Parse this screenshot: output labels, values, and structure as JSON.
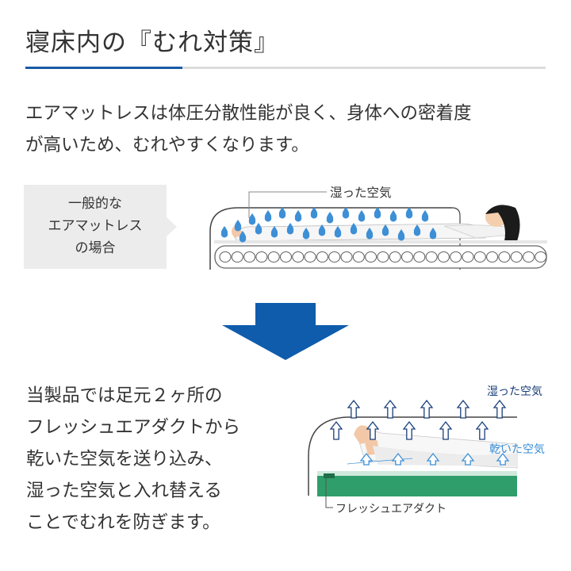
{
  "heading": {
    "title": "寝床内の『むれ対策』"
  },
  "intro": {
    "lines": [
      "エアマットレスは体圧分散性能が良く、身体への密着度",
      "が高いため、むれやすくなります。"
    ]
  },
  "general_case": {
    "label_lines": [
      "一般的な",
      "エアマットレス",
      "の場合"
    ],
    "humid_air_label": "湿った空気"
  },
  "product_case": {
    "description_lines": [
      "当製品では足元２ヶ所の",
      "フレッシュエアダクトから",
      "乾いた空気を送り込み、",
      "湿った空気と入れ替える",
      "ことでむれを防ぎます。"
    ],
    "humid_air_label": "湿った空気",
    "dry_air_label": "乾いた空気",
    "duct_label": "フレッシュエアダクト"
  },
  "colors": {
    "accent": "#1a5aa6",
    "arrow": "#0f5cad",
    "droplet": "#3d8fd6",
    "duct_green": "#2f9e6a",
    "dry_air": "#3d8fd6"
  },
  "icons": [
    "down-arrow-icon",
    "water-droplet-icon",
    "up-arrow-icon"
  ]
}
